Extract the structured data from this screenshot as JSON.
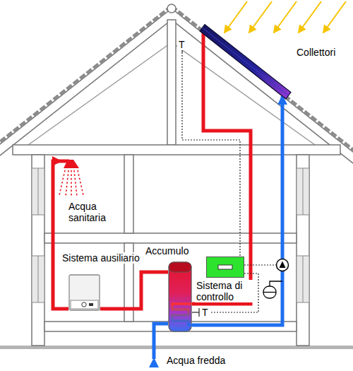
{
  "diagram": {
    "nodes": [
      {
        "text": [
          "Collettori"
        ]
      },
      {
        "text": [
          "Acqua sanitaria"
        ]
      },
      {
        "text": [
          "Sistema ausiliario"
        ]
      },
      {
        "text": [
          "Accumulo"
        ]
      },
      {
        "text": [
          "Sistema di controllo"
        ]
      }
    ],
    "edges": [
      {
        "from": 0,
        "to": 3,
        "arrow": "none"
      },
      {
        "from": 3,
        "to": 0,
        "arrow": "to"
      },
      {
        "from": 3,
        "to": 2,
        "arrow": "none"
      },
      {
        "from": 2,
        "to": 1,
        "arrow": "to"
      }
    ],
    "labels": [
      "T",
      "T",
      "Acqua fredda"
    ]
  }
}
